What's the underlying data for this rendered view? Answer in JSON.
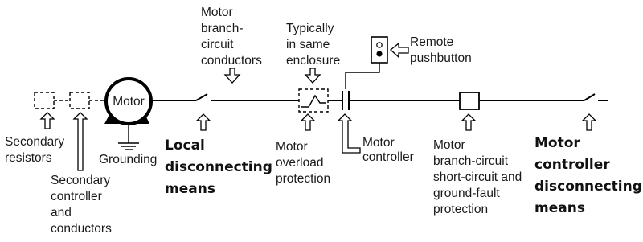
{
  "labels": {
    "branch_conductors": [
      "Motor",
      "branch-",
      "circuit",
      "conductors"
    ],
    "same_enclosure": [
      "Typically",
      "in same",
      "enclosure"
    ],
    "remote_pushbutton": [
      "Remote",
      "pushbutton"
    ],
    "motor": "Motor",
    "secondary_resistors": [
      "Secondary",
      "resistors"
    ],
    "secondary_controller": [
      "Secondary",
      "controller",
      "and",
      "conductors"
    ],
    "grounding": "Grounding",
    "local_disconnect": [
      "Local",
      "disconnecting",
      "means"
    ],
    "overload": [
      "Motor",
      "overload",
      "protection"
    ],
    "motor_controller": [
      "Motor",
      "controller"
    ],
    "short_circuit": [
      "Motor",
      "branch-circuit",
      "short-circuit and",
      "ground-fault",
      "protection"
    ],
    "controller_disconnect": [
      "Motor",
      "controller",
      "disconnecting",
      "means"
    ]
  }
}
